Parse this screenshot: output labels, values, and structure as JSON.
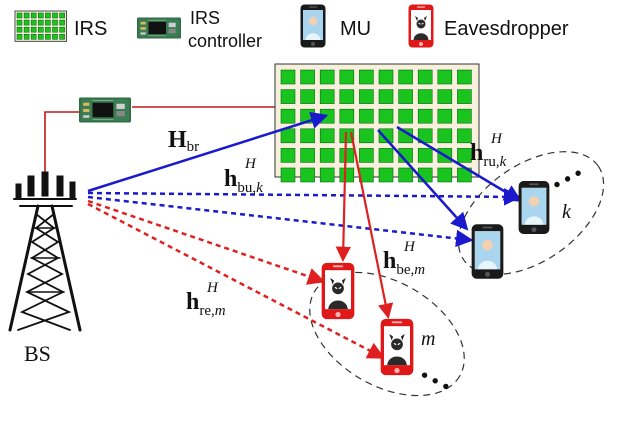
{
  "legend": {
    "irs_label": "IRS",
    "controller_label_1": "IRS",
    "controller_label_2": "controller",
    "mu_label": "MU",
    "eve_label": "Eavesdropper"
  },
  "labels": {
    "bs": "BS",
    "user_index": "k",
    "eve_index": "m",
    "ellipsis": "• • •"
  },
  "channels": {
    "h_br": {
      "main": "H",
      "sub": "br",
      "sup": ""
    },
    "h_bu": {
      "main": "h",
      "sub": "bu,",
      "sub_idx": "k",
      "sup": "H"
    },
    "h_ru": {
      "main": "h",
      "sub": "ru,",
      "sub_idx": "k",
      "sup": "H"
    },
    "h_be": {
      "main": "h",
      "sub": "be,",
      "sub_idx": "m",
      "sup": "H"
    },
    "h_re": {
      "main": "h",
      "sub": "re,",
      "sub_idx": "m",
      "sup": "H"
    }
  },
  "colors": {
    "user_link": "#1a1acc",
    "eve_link": "#e02020",
    "controller_wire": "#c01818",
    "irs_panel": "#f6f0dc",
    "irs_element": "#19c41e",
    "eve_phone": "#e01818"
  },
  "icons": {
    "irs": "irs-grid-icon",
    "controller": "circuit-board-icon",
    "mu": "smartphone-user-icon",
    "eavesdropper": "smartphone-devil-icon",
    "bs": "radio-tower-icon"
  }
}
